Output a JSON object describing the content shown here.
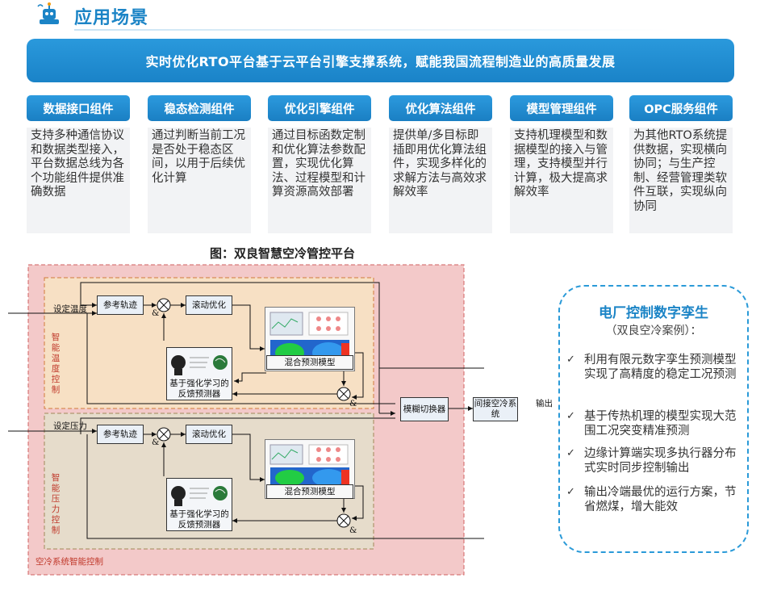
{
  "header": {
    "icon": "robot-icon",
    "title": "应用场景"
  },
  "banner": "实时优化RTO平台基于云平台引擎支撑系统，赋能我国流程制造业的高质量发展",
  "components": [
    {
      "title": "数据接口组件",
      "text": "支持多种通信协议和数据类型接入，平台数据总线为各个功能组件提供准确数据"
    },
    {
      "title": "稳态检测组件",
      "text": "通过判断当前工况是否处于稳态区间，以用于后续优化计算"
    },
    {
      "title": "优化引擎组件",
      "text": "通过目标函数定制和优化算法参数配置，实现优化算法、过程模型和计算资源高效部署"
    },
    {
      "title": "优化算法组件",
      "text": "提供单/多目标即插即用优化算法组件，实现多样化的求解方法与高效求解效率"
    },
    {
      "title": "模型管理组件",
      "text": "支持机理模型和数据模型的接入与管理，支持模型并行计算，极大提高求解效率"
    },
    {
      "title": "OPC服务组件",
      "text": "为其他RTO系统提供数据，实现横向协同；与生产控制、经营管理类软件互联，实现纵向协同"
    }
  ],
  "figure": {
    "caption": "图：双良智慧空冷管控平台",
    "temp_panel_label": "智能温度控制",
    "pressure_panel_label": "智能压力控制",
    "outer_label": "空冷系统智能控制",
    "input_temp": "设定温度",
    "input_pressure": "设定压力",
    "ref_traj": "参考轨迹",
    "rolling_opt": "滚动优化",
    "hybrid_model": "混合预测模型",
    "rl_predictor": "基于强化学习的反馈预测器",
    "fuzzy_switch": "模糊切换器",
    "indirect_cooling": "间接空冷系统",
    "output": "输出",
    "amp": "&"
  },
  "case": {
    "title": "电厂控制数字孪生",
    "subtitle": "（双良空冷案例）：",
    "items": [
      "利用有限元数字孪生预测模型实现了高精度的稳定工况预测",
      "基于传热机理的模型实现大范围工况突变精准预测",
      "边缘计算端实现多执行器分布式实时同步控制输出",
      "输出冷端最优的运行方案，节省燃煤，增大能效"
    ]
  },
  "colors": {
    "accent": "#1b84c6",
    "outer_panel": "#f3c9c9",
    "temp_panel": "#f7e0c4",
    "pressure_panel": "#e6dccb"
  }
}
